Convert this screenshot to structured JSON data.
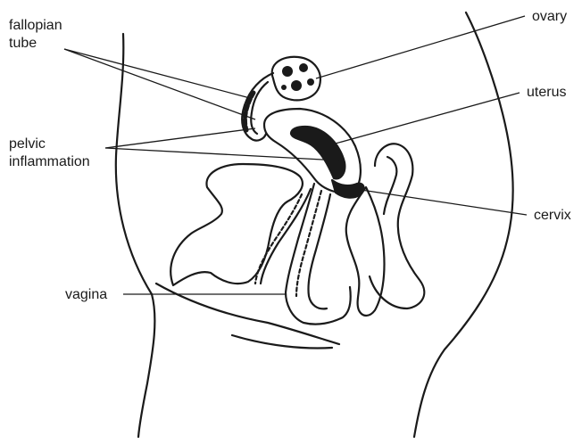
{
  "labels": {
    "fallopian_tube_line1": "fallopian",
    "fallopian_tube_line2": "tube",
    "pelvic_inflammation_line1": "pelvic",
    "pelvic_inflammation_line2": "inflammation",
    "ovary": "ovary",
    "uterus": "uterus",
    "cervix": "cervix",
    "vagina": "vagina"
  },
  "colors": {
    "line": "#1a1a1a",
    "background": "#ffffff"
  }
}
